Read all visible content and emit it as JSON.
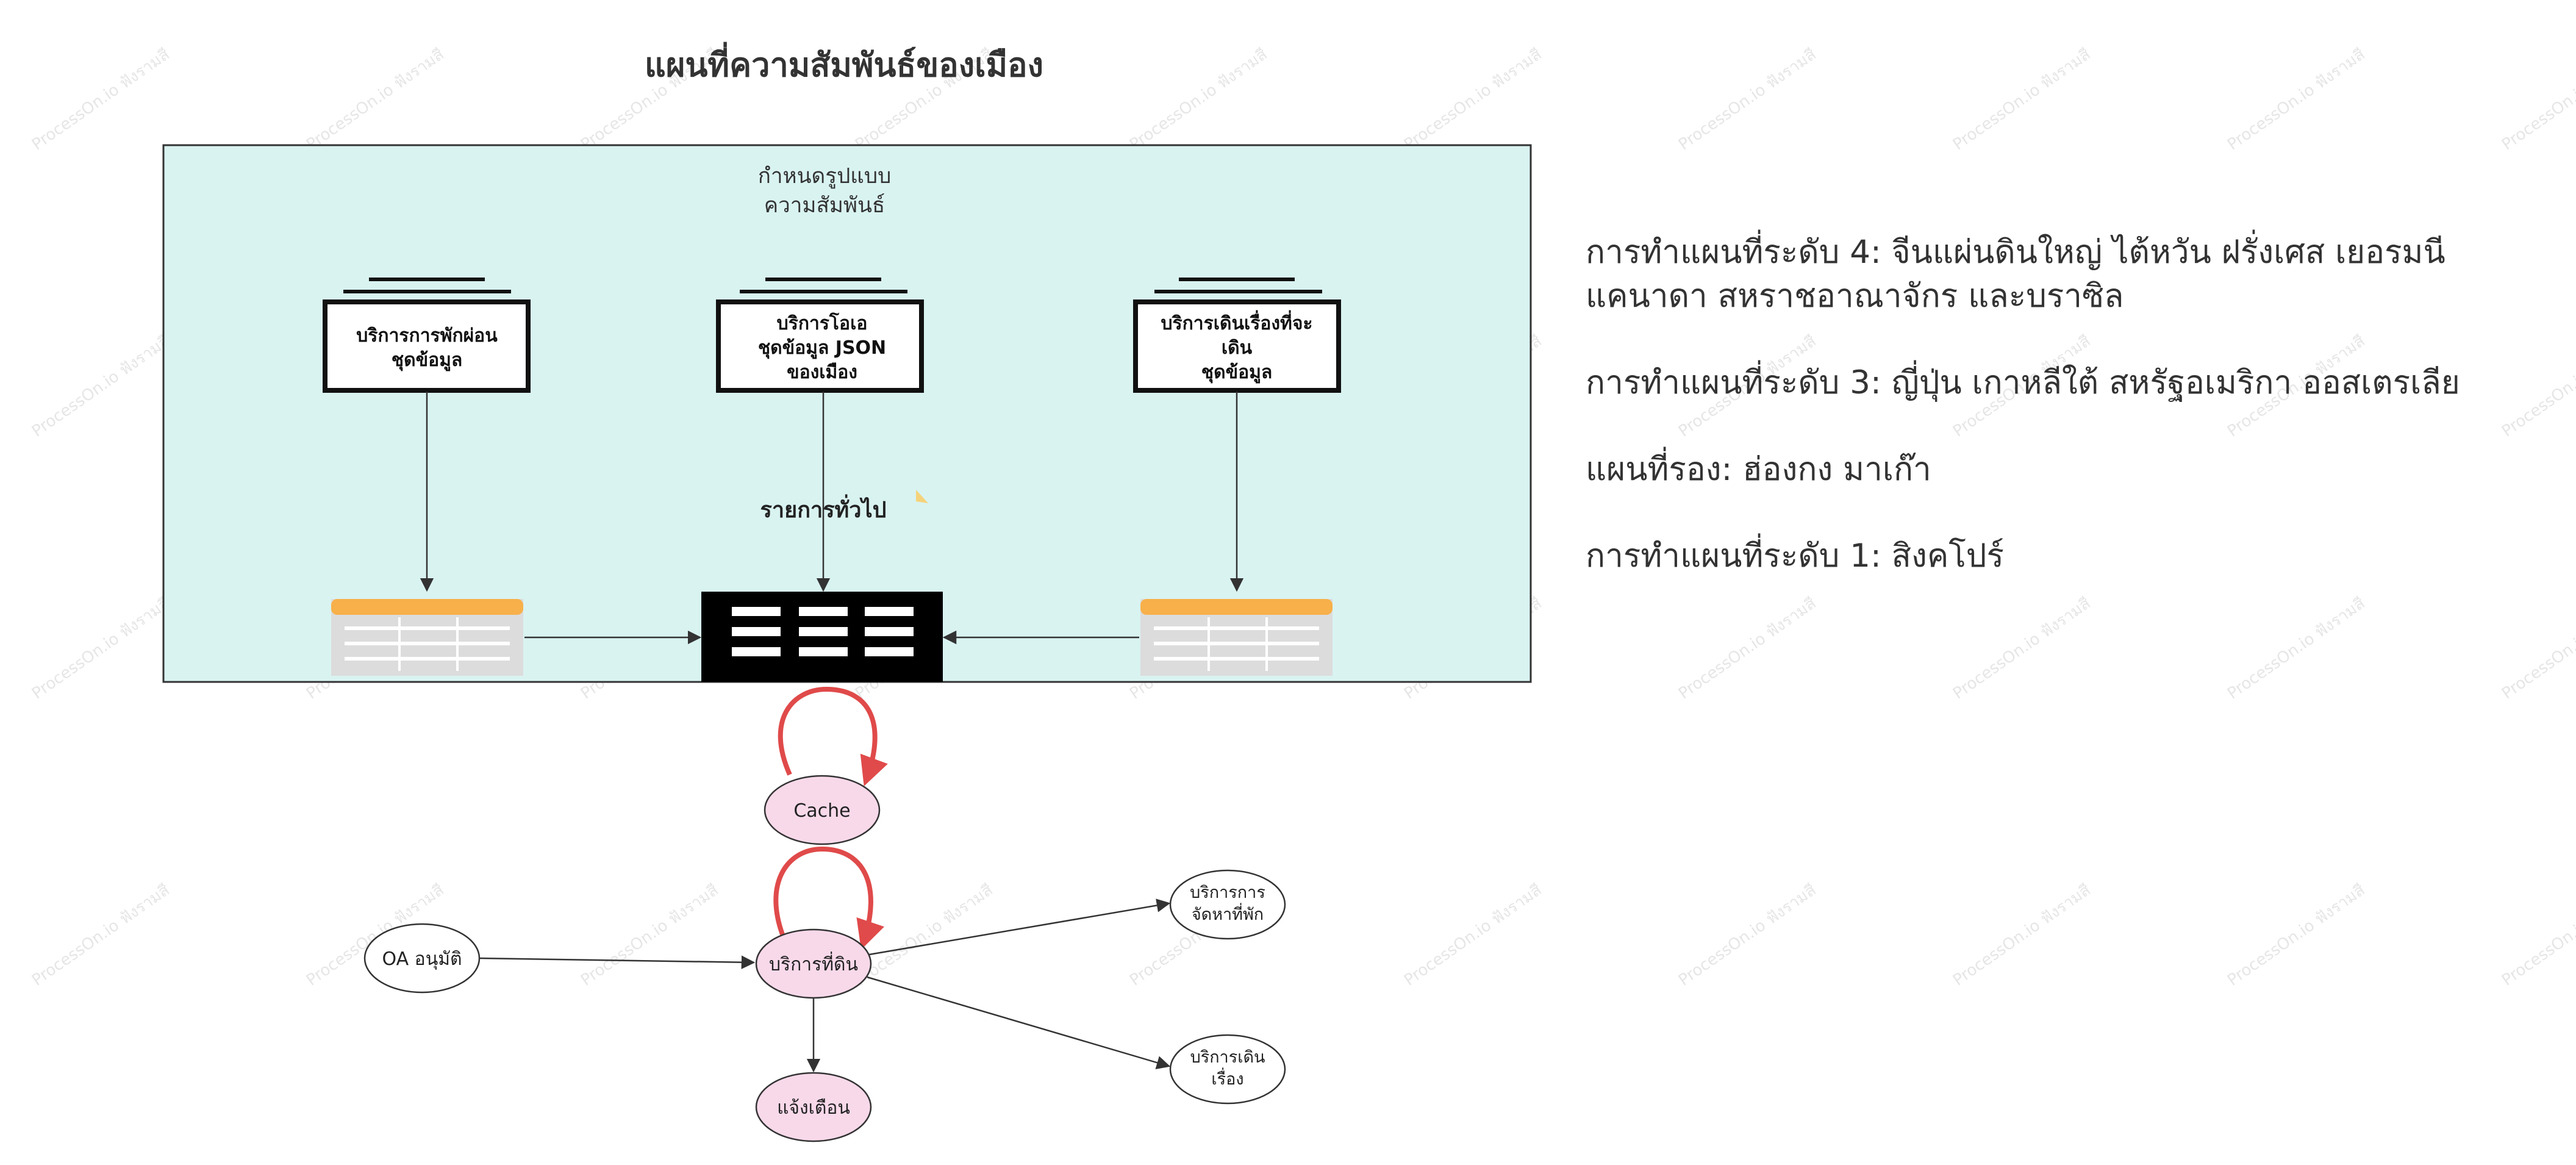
{
  "title": "แผนที่ความสัมพันธ์ของเมือง",
  "watermark": "ProcessOn.io ฟังรามสี",
  "colors": {
    "group_bg": "#d9f3f1",
    "group_border": "#333333",
    "db_header": "#f7b04a",
    "db_body": "#dcdcdc",
    "center_db": "#000000",
    "cycle_arrow": "#e04a4a",
    "pink_node": "#f8d9ea",
    "white_node": "#ffffff",
    "line": "#333333"
  },
  "group": {
    "label_line1": "กำหนดรูปแบบ",
    "label_line2": "ความสัมพันธ์"
  },
  "datasources": {
    "left": {
      "line1": "บริการการพักผ่อน",
      "line2": "ชุดข้อมูล"
    },
    "center": {
      "line1": "บริการโอเอ",
      "line2": "ชุดข้อมูล JSON",
      "line3": "ของเมือง"
    },
    "right": {
      "line1": "บริการเดินเรื่องที่จะ",
      "line2": "เดิน",
      "line3": "ชุดข้อมูล"
    }
  },
  "middle_label": "รายการทั่วไป",
  "nodes": {
    "cache": "Cache",
    "oa_approve": "OA อนุมัติ",
    "ground_service": "บริการที่ดิน",
    "notify": "แจ้งเตือน",
    "accommodation": {
      "line1": "บริการการ",
      "line2": "จัดหาที่พัก"
    },
    "travel": {
      "line1": "บริการเดิน",
      "line2": "เรื่อง"
    }
  },
  "notes": [
    "การทำแผนที่ระดับ 4: จีนแผ่นดินใหญ่ ไต้หวัน ฝรั่งเศส เยอรมนี แคนาดา สหราชอาณาจักร และบราซิล",
    "การทำแผนที่ระดับ 3: ญี่ปุ่น เกาหลีใต้ สหรัฐอเมริกา ออสเตรเลีย",
    "แผนที่รอง: ฮ่องกง มาเก๊า",
    "การทำแผนที่ระดับ 1: สิงคโปร์"
  ]
}
